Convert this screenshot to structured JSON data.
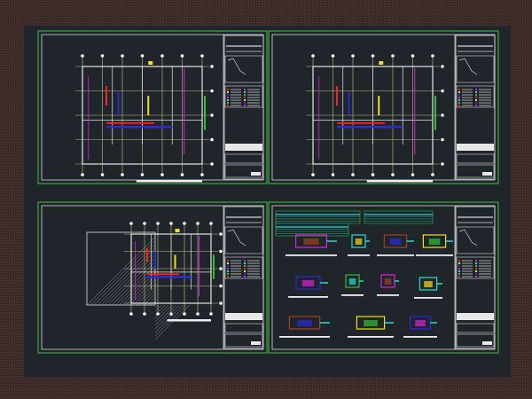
{
  "viewport": {
    "title": ""
  },
  "colors": {
    "background": "#3a2a27",
    "model_space": "#1f252a",
    "sheet_border": "#3ec43e",
    "frame": "#d8d8d8",
    "wall": "#e6e6e6",
    "grid_axis": "#c8c27a",
    "red": "#ff2020",
    "blue": "#2b2bd8",
    "yellow": "#f0e020",
    "magenta": "#e020e0",
    "cyan": "#20e0d0",
    "green": "#30c030"
  },
  "sheets": [
    {
      "id": "sheet-1",
      "kind": "floor-plan"
    },
    {
      "id": "sheet-2",
      "kind": "floor-plan"
    },
    {
      "id": "sheet-3",
      "kind": "floor-plan-hatched"
    },
    {
      "id": "sheet-4",
      "kind": "details"
    }
  ]
}
